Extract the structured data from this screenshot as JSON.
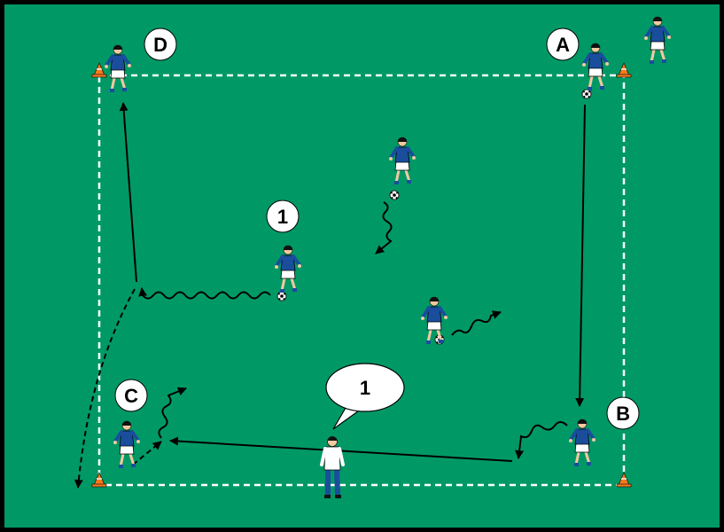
{
  "colors": {
    "pitch": "#009966",
    "frame": "#000000",
    "boundary": "#ffffff",
    "jersey": "#1a4d9c",
    "shorts": "#ffffff",
    "skin": "#f2c9a0",
    "cone": "#f47a1f",
    "coach_shirt": "#ffffff",
    "coach_trousers": "#1a4d9c"
  },
  "corner_labels": {
    "a": "A",
    "b": "B",
    "c": "C",
    "d": "D"
  },
  "player_label": "1",
  "coach_callout": "1"
}
